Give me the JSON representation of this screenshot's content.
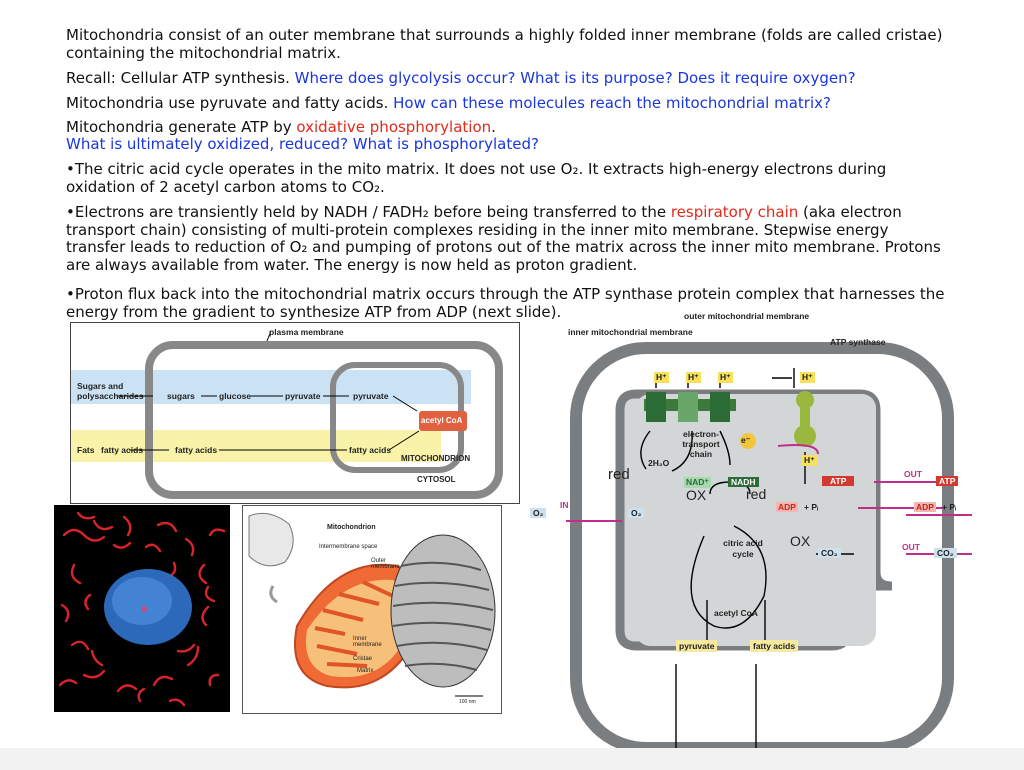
{
  "para1": "Mitochondria consist of an outer membrane that surrounds a highly folded inner membrane (folds are called cristae) containing the mitochondrial matrix.",
  "recall_label": "Recall: Cellular ATP synthesis. ",
  "recall_q": "Where does glycolysis occur? What is its purpose? Does it require oxygen?",
  "pyruvate_label": "Mitochondria use pyruvate and fatty acids. ",
  "pyruvate_q": "How can these molecules reach the mitochondrial matrix?",
  "oxphos_label": "Mitochondria generate ATP by ",
  "oxphos_term": "oxidative phosphorylation",
  "oxphos_end": ".",
  "oxidized_q": "What is ultimately oxidized, reduced? What is phosphorylated?",
  "bullet1": "•The citric acid cycle operates in the mito matrix. It does not use O₂. It extracts high-energy electrons during oxidation of 2 acetyl carbon atoms to CO₂.",
  "bullet2_a": "•Electrons are transiently held by NADH / FADH₂ before being transferred to the ",
  "bullet2_term": "respiratory chain",
  "bullet2_b": " (aka electron transport chain) consisting of multi-protein complexes residing in the inner mito membrane. Stepwise energy transfer leads to reduction of O₂ and pumping of protons out of the matrix across the inner mito membrane. Protons are always available from water. The energy is now held as proton gradient.",
  "bullet3": "•Proton flux back into the mitochondrial matrix occurs through the ATP synthase protein complex that harnesses the energy from the gradient to synthesize ATP from ADP (next slide).",
  "left_diagram": {
    "plasma_membrane": "plasma membrane",
    "sugars_poly": "Sugars and polysaccharides",
    "sugars": "sugars",
    "glucose": "glucose",
    "pyruvate": "pyruvate",
    "pyruvate2": "pyruvate",
    "acetyl_coa": "acetyl CoA",
    "fats": "Fats",
    "fatty_acids1": "fatty acids",
    "fatty_acids2": "fatty acids",
    "fatty_acids3": "fatty acids",
    "mitochondrion": "MITOCHONDRION",
    "cytosol": "CYTOSOL"
  },
  "mito_drawing": {
    "title": "Mitochondrion",
    "intermembrane": "Intermembrane space",
    "outer": "Outer membrane",
    "inner": "Inner membrane",
    "cristae": "Cristae",
    "matrix": "Matrix",
    "scale": "100 nm"
  },
  "right_diagram": {
    "outer_membrane": "outer mitochondrial membrane",
    "inner_membrane": "inner mitochondrial membrane",
    "atp_synthase": "ATP synthase",
    "h1": "H⁺",
    "h2": "H⁺",
    "h3": "H⁺",
    "h4": "H⁺",
    "h5": "H⁺",
    "etc": "electron-transport chain",
    "e": "e⁻",
    "water": "2H₂O",
    "red1": "red",
    "nad": "NAD⁺",
    "nadh": "NADH",
    "ox1": "OX",
    "red2": "red",
    "atp_in": "ATP",
    "out1": "OUT",
    "atp_out": "ATP",
    "adp_in": "ADP",
    "pi_in": "+ Pᵢ",
    "adp_out": "ADP",
    "pi_out": "+ Pᵢ",
    "o2_out": "O₂",
    "in_label": "IN",
    "o2_in": "O₂",
    "citric": "citric acid cycle",
    "ox2": "OX",
    "co2_in": "CO₂",
    "out2": "OUT",
    "co2_out": "CO₂",
    "acetyl": "acetyl CoA",
    "pyruvate": "pyruvate",
    "fatty": "fatty acids"
  },
  "colors": {
    "blue_text": "#1a36e0",
    "red_text": "#e22a1a",
    "matrix_gray": "#d3d6d7",
    "membrane_gray": "#7b7e80"
  }
}
